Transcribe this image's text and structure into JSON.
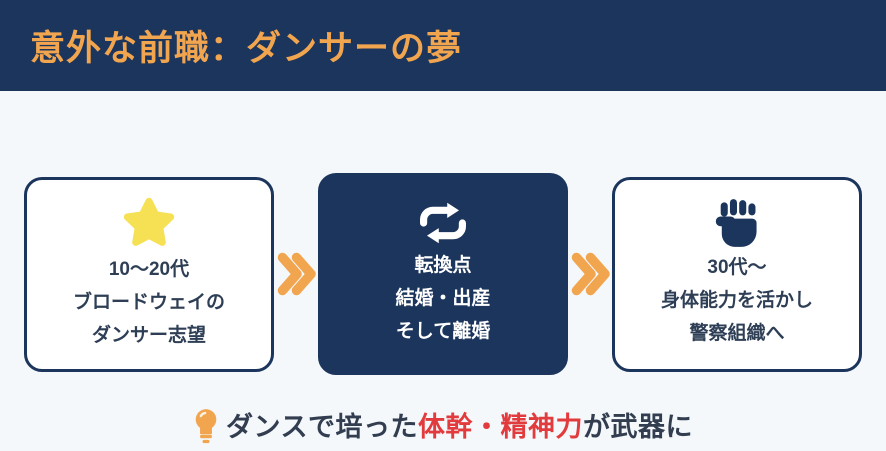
{
  "header": {
    "title": "意外な前職：ダンサーの夢"
  },
  "colors": {
    "navy": "#1c355c",
    "background": "#f4f8fb",
    "orange": "#f2a54f",
    "yellow": "#f6e054",
    "red": "#e23b3d",
    "card_text": "#2e3e55",
    "caption_text": "#323d50"
  },
  "flow": {
    "steps": [
      {
        "icon": "star-icon",
        "variant": "outline",
        "lines": [
          "10〜20代",
          "ブロードウェイの",
          "ダンサー志望"
        ]
      },
      {
        "icon": "cycle-arrows-icon",
        "variant": "filled",
        "lines": [
          "転換点",
          "結婚・出産",
          "そして離婚"
        ]
      },
      {
        "icon": "raised-fist-icon",
        "variant": "outline",
        "lines": [
          "30代〜",
          "身体能力を活かし",
          "警察組織へ"
        ]
      }
    ],
    "connector_icon": "double-chevron-right-icon"
  },
  "caption": {
    "icon": "lightbulb-icon",
    "prefix": "ダンスで培った",
    "highlight": "体幹・精神力",
    "suffix": "が武器に"
  }
}
